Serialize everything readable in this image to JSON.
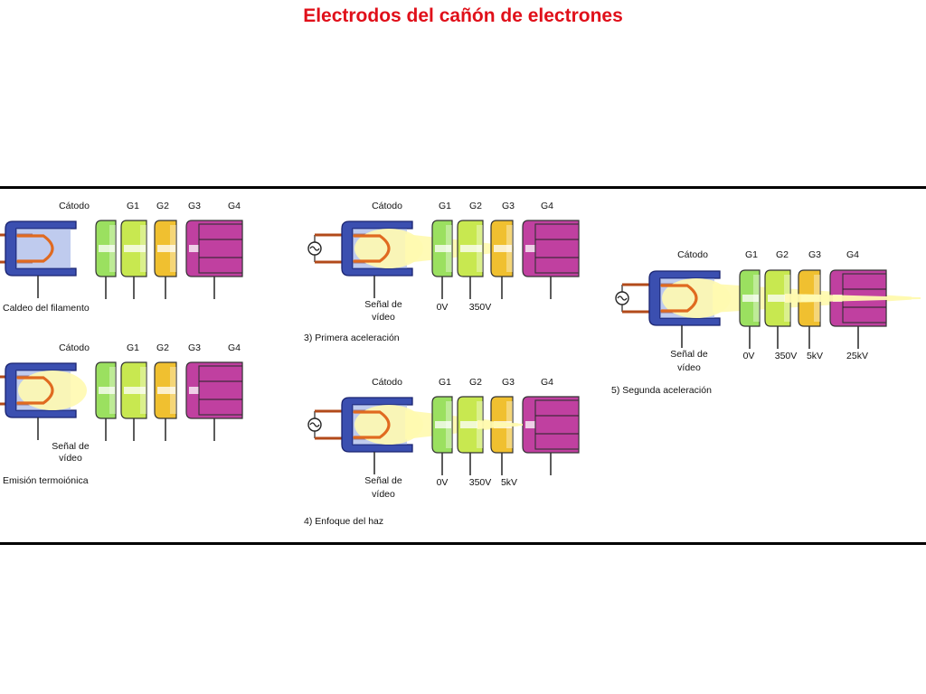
{
  "title": "Electrodos del cañón de electrones",
  "labels": {
    "cathode": "Cátodo",
    "g1": "G1",
    "g2": "G2",
    "g3": "G3",
    "g4": "G4",
    "video_signal": "Señal de vídeo",
    "video_line1": "Señal de",
    "video_line2": "vídeo"
  },
  "voltages": {
    "v0": "0V",
    "v350": "350V",
    "v5k": "5kV",
    "v25k": "25kV"
  },
  "captions": {
    "d1": "Caldeo del filamento",
    "d2": "Emisión termoiónica",
    "d3": "3) Primera aceleración",
    "d4": "4) Enfoque del haz",
    "d5": "5) Segunda aceleración"
  },
  "colors": {
    "title": "#e0101a",
    "cathode_blue": "#3b4fb0",
    "filament": "#e06a20",
    "g1": "#9be060",
    "g2": "#c8e850",
    "g3": "#f0c030",
    "g4": "#c040a0",
    "beam": "#fffab0"
  }
}
